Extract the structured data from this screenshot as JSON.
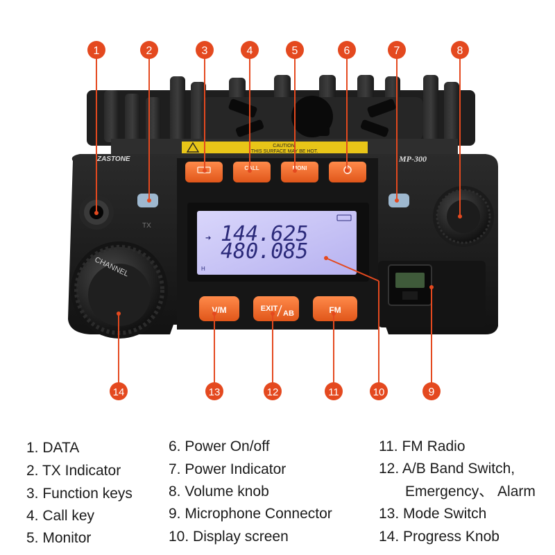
{
  "device": {
    "model": "MP-300",
    "brand": "ZASTONE",
    "caution_line1": "CAUTION:",
    "caution_line2": "THIS SURFACE MAY BE HOT.",
    "channel_knob_text": "CHANNEL",
    "lcd_line1": "144.625",
    "lcd_line2": "480.085",
    "lcd_indicator": "H",
    "keys": {
      "data": "",
      "call": "CALL",
      "moni": "MONI",
      "power": "⏻",
      "vm": "V/M",
      "exit": "EXIT",
      "ab": "AB",
      "fm": "FM"
    }
  },
  "callouts": [
    {
      "num": "1"
    },
    {
      "num": "2"
    },
    {
      "num": "3"
    },
    {
      "num": "4"
    },
    {
      "num": "5"
    },
    {
      "num": "6"
    },
    {
      "num": "7"
    },
    {
      "num": "8"
    },
    {
      "num": "9"
    },
    {
      "num": "10"
    },
    {
      "num": "11"
    },
    {
      "num": "12"
    },
    {
      "num": "13"
    },
    {
      "num": "14"
    }
  ],
  "colors": {
    "callout": "#e4491f",
    "key_orange": "#f06b2a",
    "body": "#1c1c1c",
    "lcd": "#c9c6f6",
    "lcd_text": "#2b2a7a"
  },
  "legend": [
    "1. DATA",
    "2. TX Indicator",
    "3. Function keys",
    "4. Call key",
    "5. Monitor",
    "6. Power On/off",
    "7. Power Indicator",
    "8. Volume knob",
    "9. Microphone Connector",
    "10. Display screen",
    "11. FM Radio",
    "12. A/B Band Switch,",
    "Emergency、 Alarm",
    "13. Mode Switch",
    "14. Progress Knob"
  ]
}
